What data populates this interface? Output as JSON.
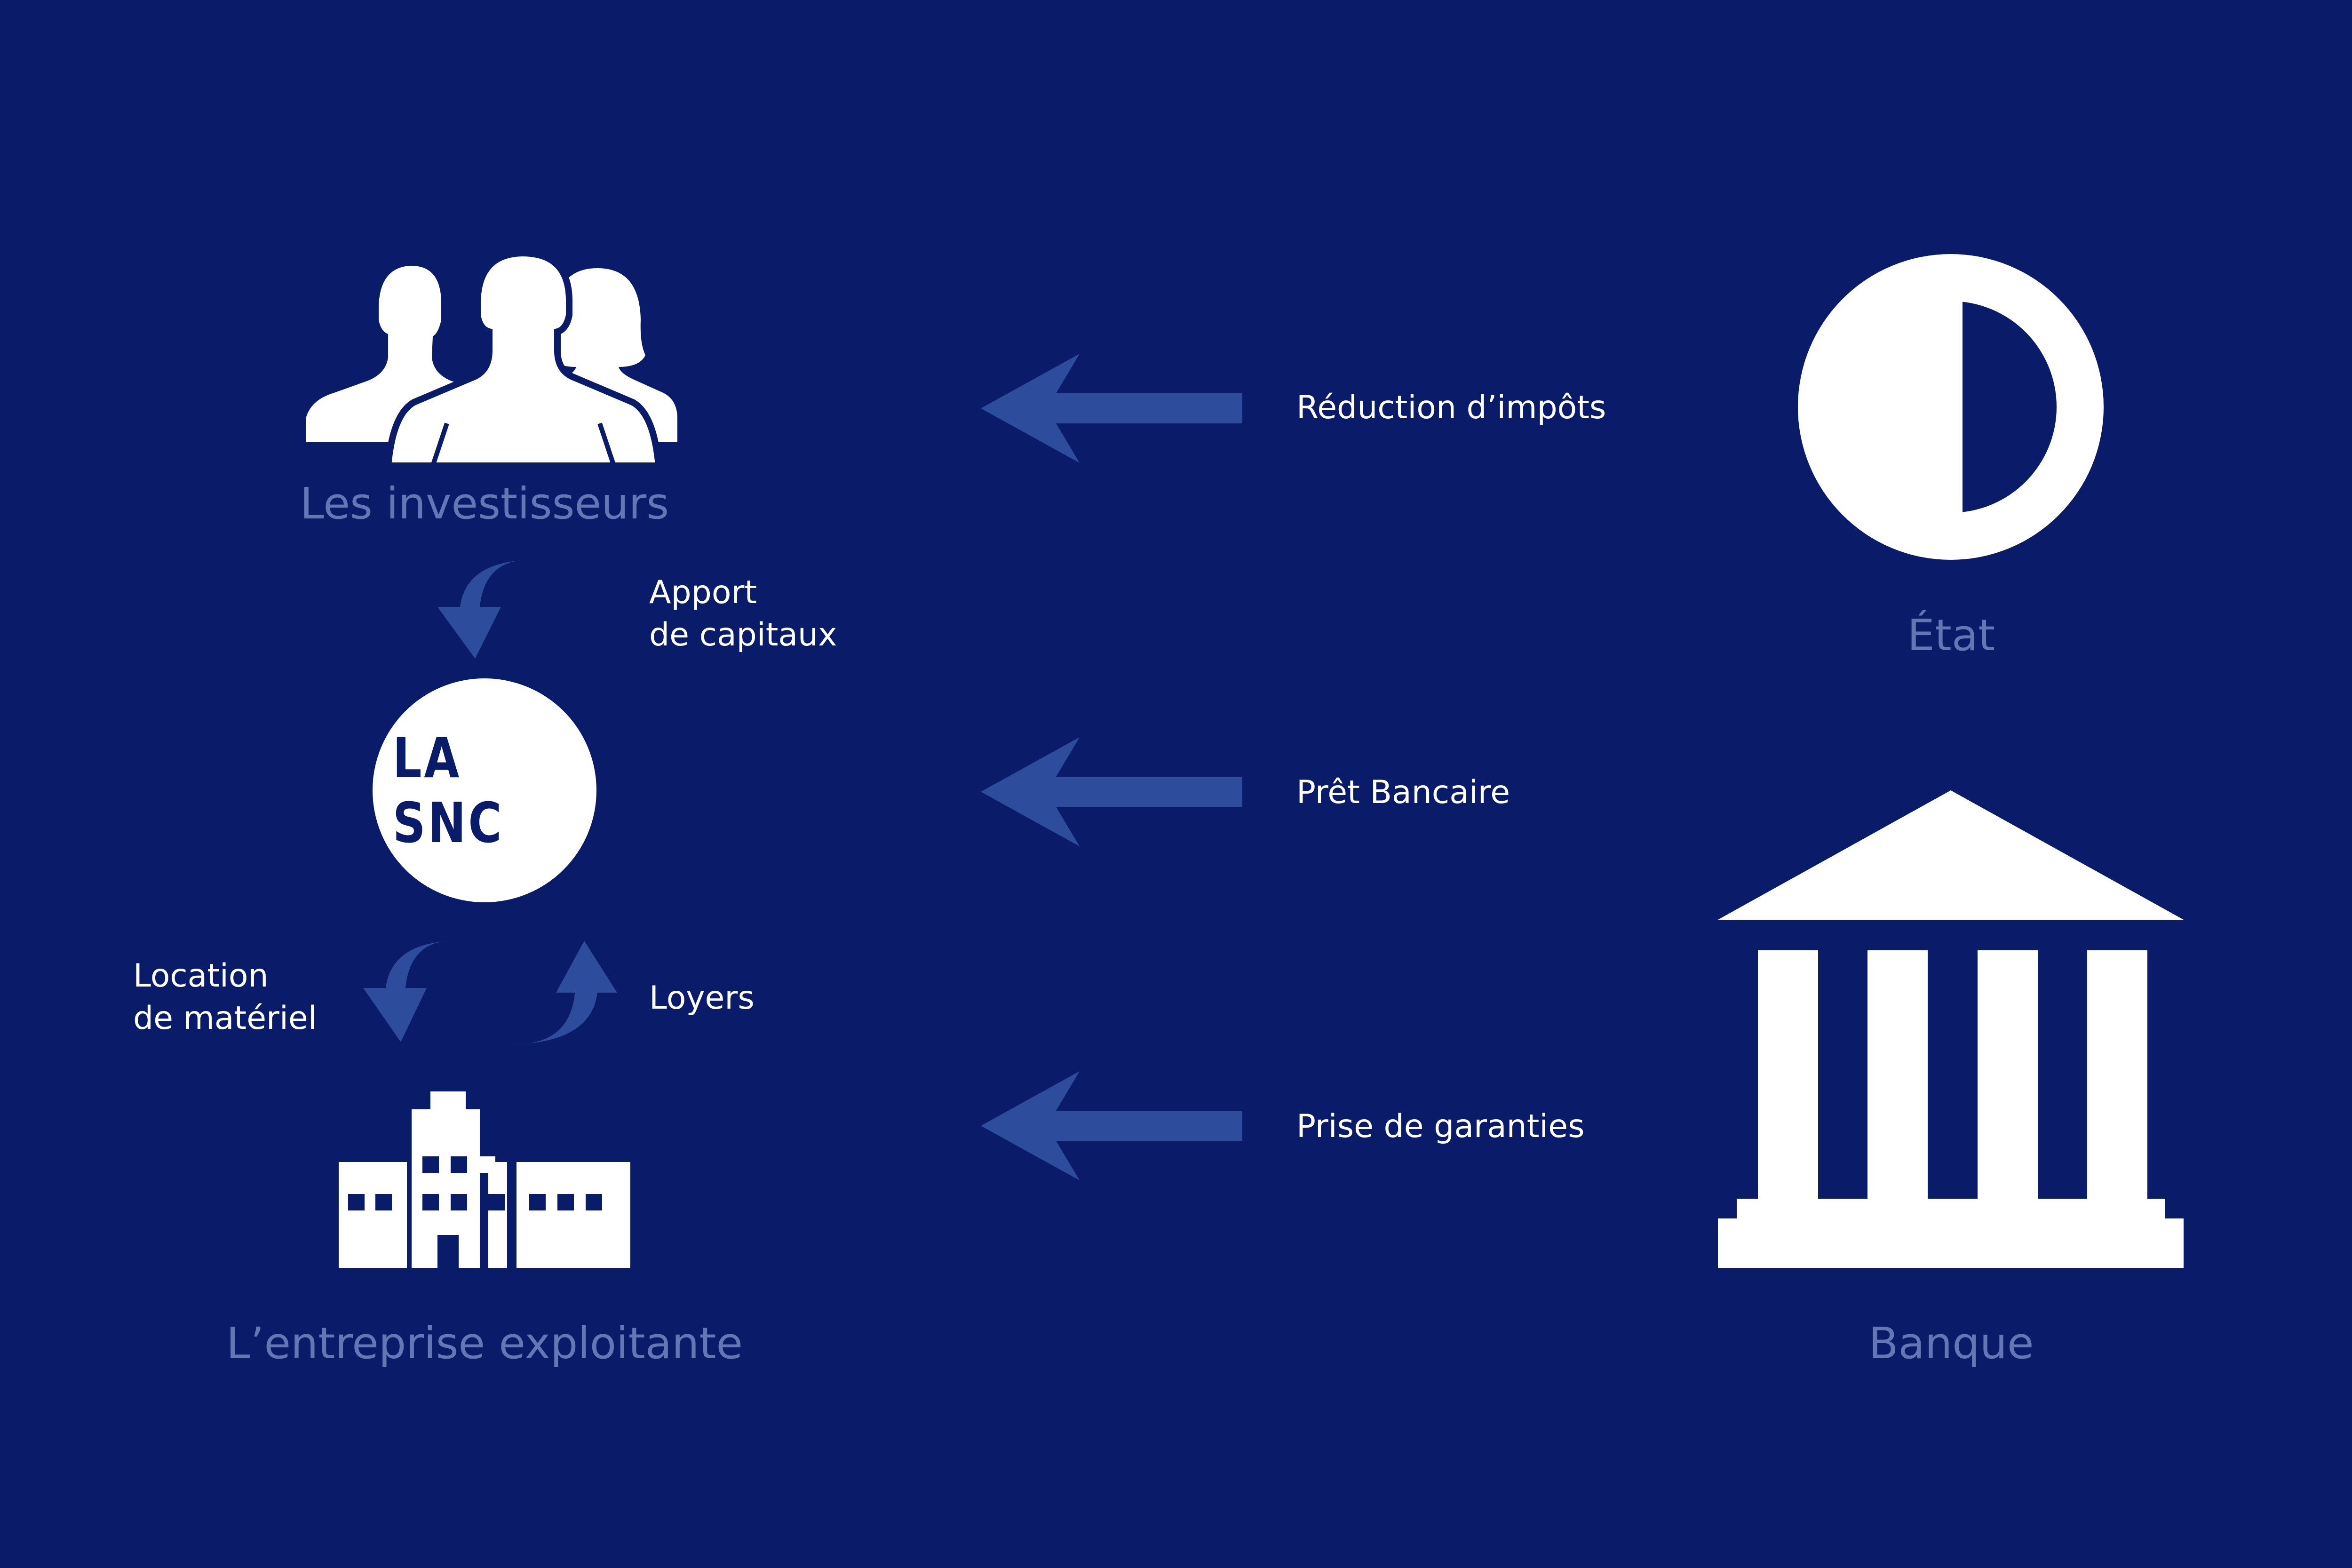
{
  "entities": {
    "investisseurs": "Les investisseurs",
    "snc": "LA SNC",
    "entreprise": "L’entreprise exploitante",
    "etat": "État",
    "banque": "Banque"
  },
  "flows": {
    "apport": "Apport\nde capitaux",
    "location": "Location\nde matériel",
    "loyers": "Loyers",
    "reduction": "Réduction d’impôts",
    "pret": "Prêt Bancaire",
    "garanties": "Prise de garanties"
  },
  "icons": {
    "investisseurs": "people-group-icon",
    "entreprise": "building-icon",
    "etat": "half-circle-icon",
    "banque": "bank-icon",
    "arrows": "arrow-left-icon"
  },
  "colors": {
    "background": "#0a1b69",
    "icon": "#ffffff",
    "arrow": "#2d4c9b",
    "muted_label": "#6576b5"
  }
}
